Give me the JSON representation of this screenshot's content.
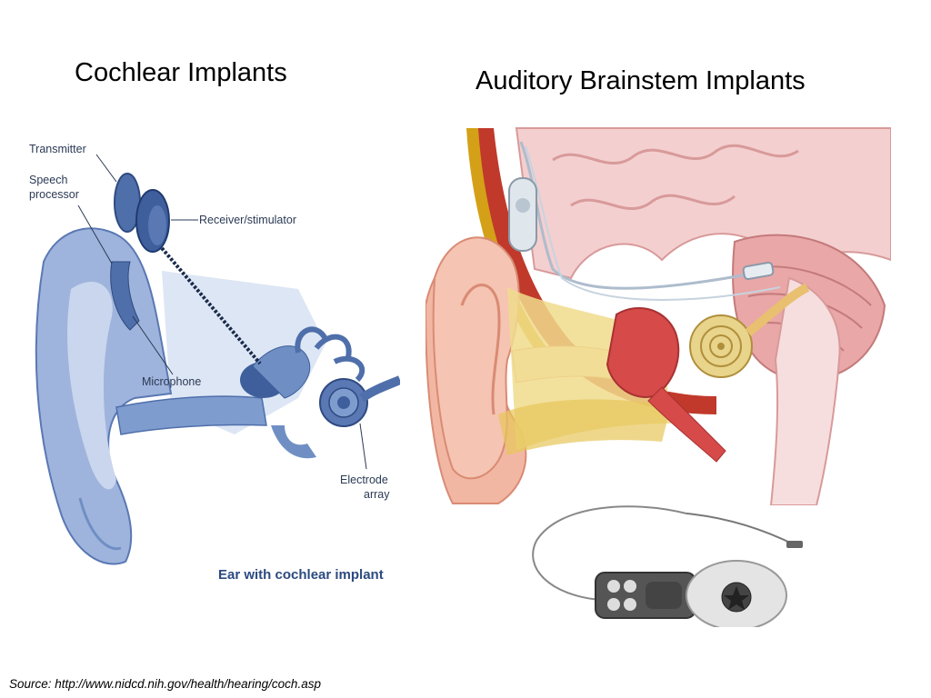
{
  "titles": {
    "left": "Cochlear Implants",
    "right": "Auditory Brainstem Implants"
  },
  "cochlear_diagram": {
    "labels": {
      "transmitter": "Transmitter",
      "speech_line1": "Speech",
      "speech_line2": "processor",
      "receiver": "Receiver/stimulator",
      "microphone": "Microphone",
      "electrode_line1": "Electrode",
      "electrode_line2": "array"
    },
    "caption": "Ear with cochlear implant"
  },
  "source": "Source: http://www.nidcd.nih.gov/health/hearing/coch.asp",
  "colors": {
    "ear_blue": "#6f8fc4",
    "ear_light": "#b9c9e6",
    "ear_dark": "#3f5f9c",
    "skin": "#f2b7a3",
    "brain_pink": "#f4cfcf",
    "bone_yellow": "#f0dc8c"
  }
}
